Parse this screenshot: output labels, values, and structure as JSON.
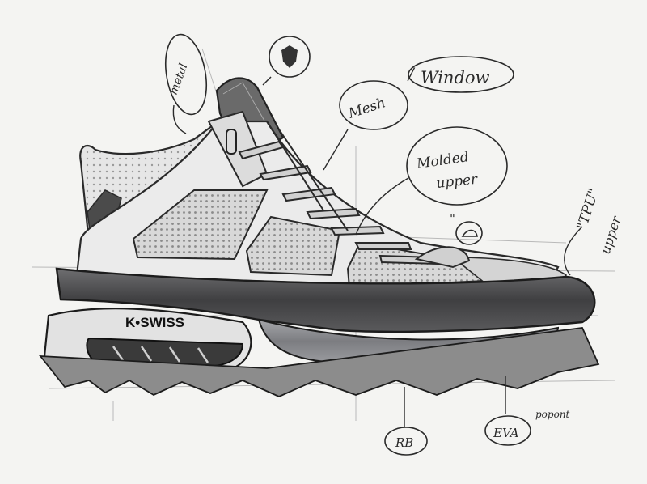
{
  "brand_text": "K•SWISS",
  "callouts": {
    "metal": "metal",
    "mesh": "Mesh",
    "window": "Window",
    "molded_line1": "Molded",
    "molded_line2": "upper",
    "tpu": "\"TPU\"",
    "tpu_upper": "upper",
    "quote": "\"",
    "rb": "RB",
    "eva": "EVA",
    "popont": "popont"
  },
  "colors": {
    "paper": "#f4f4f2",
    "pencil": "#2a2a2a",
    "midsole": "#4a4a4c",
    "outsole_band": "#8e8f93",
    "mesh_panel": "#cfcfcf"
  }
}
